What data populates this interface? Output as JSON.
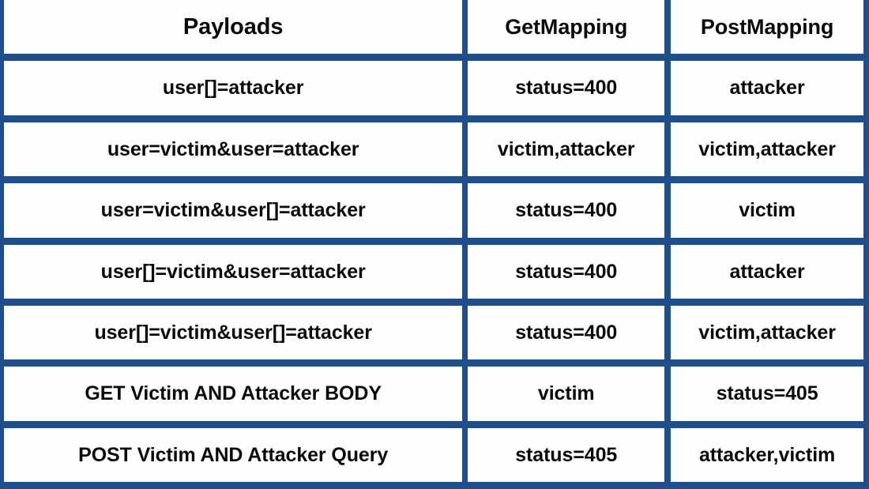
{
  "table": {
    "columns": [
      "Payloads",
      "GetMapping",
      "PostMapping"
    ],
    "rows": [
      {
        "payload": "user[]=attacker",
        "get_mapping": "status=400",
        "post_mapping": "attacker"
      },
      {
        "payload": "user=victim&user=attacker",
        "get_mapping": "victim,attacker",
        "post_mapping": "victim,attacker"
      },
      {
        "payload": "user=victim&user[]=attacker",
        "get_mapping": "status=400",
        "post_mapping": "victim"
      },
      {
        "payload": "user[]=victim&user=attacker",
        "get_mapping": "status=400",
        "post_mapping": "attacker"
      },
      {
        "payload": "user[]=victim&user[]=attacker",
        "get_mapping": "status=400",
        "post_mapping": "victim,attacker"
      },
      {
        "payload": "GET Victim AND Attacker BODY",
        "get_mapping": "victim",
        "post_mapping": "status=405"
      },
      {
        "payload": "POST Victim AND Attacker Query",
        "get_mapping": "status=405",
        "post_mapping": "attacker,victim"
      }
    ]
  },
  "colors": {
    "border": "#1f4e8c",
    "cell_background": "#fdfdfb",
    "text": "#0a0a0a"
  }
}
